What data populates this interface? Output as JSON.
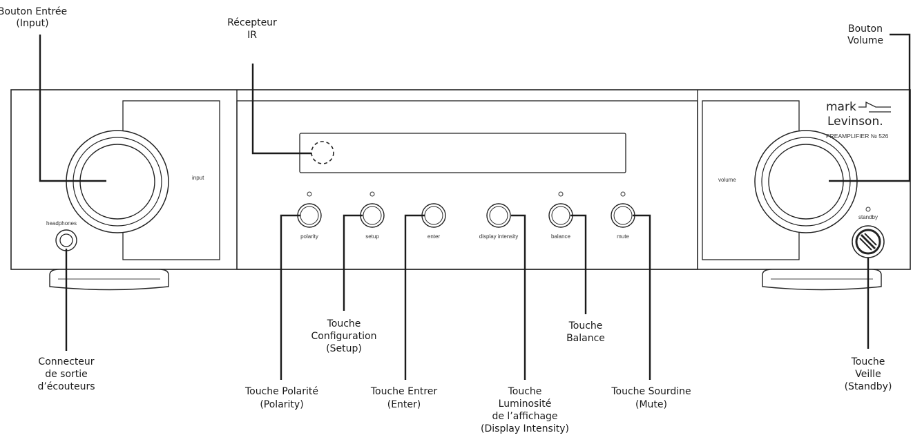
{
  "callouts": {
    "input_knob": [
      "Bouton Entrée",
      "(Input)"
    ],
    "ir_receiver": [
      "Récepteur",
      "IR"
    ],
    "volume_knob": [
      "Bouton",
      "Volume"
    ],
    "headphone_jack": [
      "Connecteur",
      "de sortie",
      "d’écouteurs"
    ],
    "setup_button": [
      "Touche",
      "Configuration",
      "(Setup)"
    ],
    "polarity_button": [
      "Touche Polarité",
      "(Polarity)"
    ],
    "enter_button": [
      "Touche Entrer",
      "(Enter)"
    ],
    "display_button": [
      "Touche",
      "Luminosité",
      "de l’affichage",
      "(Display Intensity)"
    ],
    "balance_button": [
      "Touche",
      "Balance"
    ],
    "mute_button": [
      "Touche Sourdine",
      "(Mute)"
    ],
    "standby_button": [
      "Touche",
      "Veille",
      "(Standby)"
    ]
  },
  "panel": {
    "input_label": "input",
    "volume_label": "volume",
    "headphones_label": "headphones",
    "standby_label": "standby",
    "brand_line1": "mark",
    "brand_line2": "Levinson.",
    "model": "PREAMPLIFIER № 526",
    "buttons": {
      "polarity": "polarity",
      "setup": "setup",
      "enter": "enter",
      "display_intensity": "display intensity",
      "balance": "balance",
      "mute": "mute"
    }
  }
}
